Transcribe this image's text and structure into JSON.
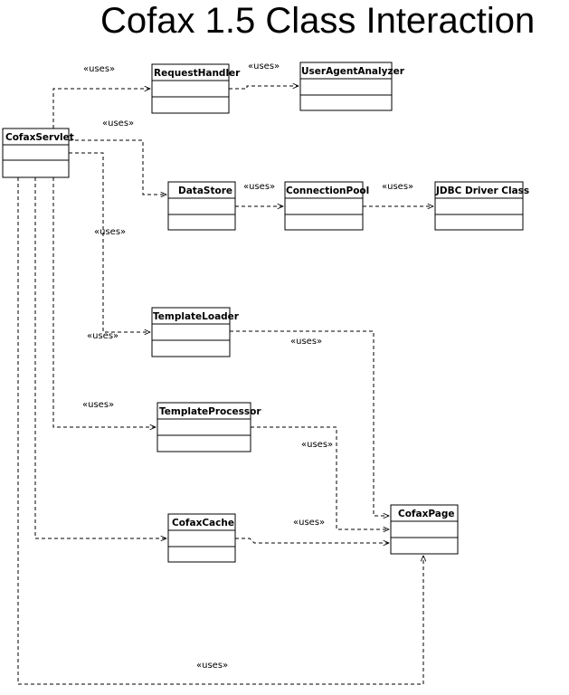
{
  "title": "Cofax 1.5 Class Interaction",
  "stereotype": "«uses»",
  "classes": {
    "cofaxservlet": "CofaxServlet",
    "requesthandler": "RequestHandler",
    "useragentanalyzer": "UserAgentAnalyzer",
    "datastore": "DataStore",
    "connectionpool": "ConnectionPool",
    "jdbc": "JDBC Driver Class",
    "templateloader": "TemplateLoader",
    "templateprocessor": "TemplateProcessor",
    "cofaxcache": "CofaxCache",
    "cofaxpage": "CofaxPage"
  }
}
